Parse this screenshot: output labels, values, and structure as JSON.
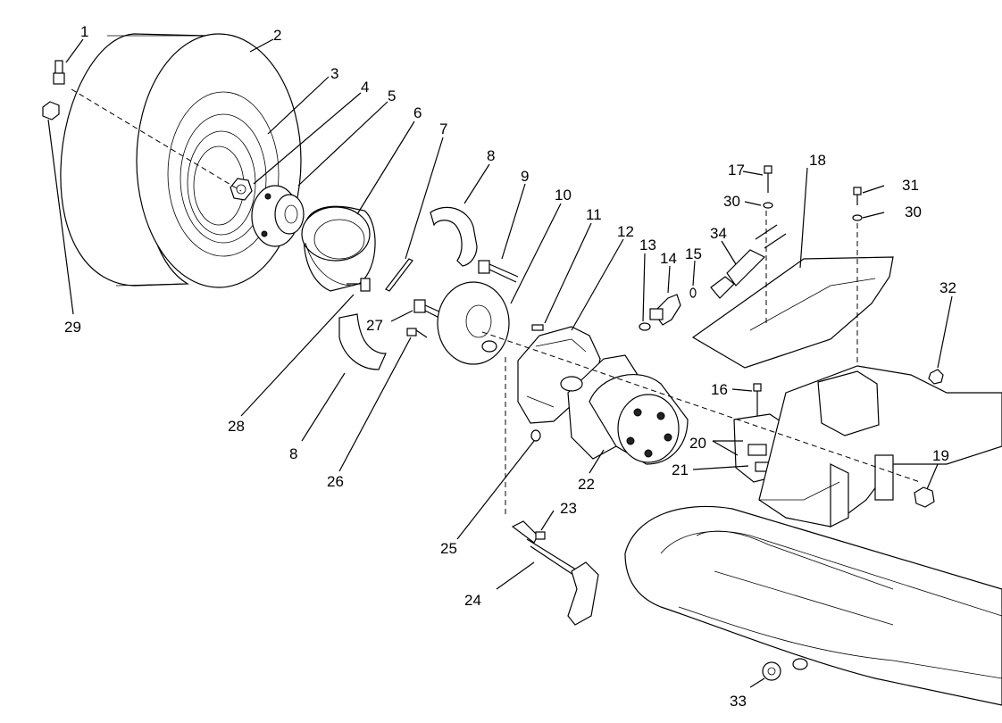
{
  "callouts": [
    {
      "id": "c1",
      "text": "1"
    },
    {
      "id": "c2",
      "text": "2"
    },
    {
      "id": "c3",
      "text": "3"
    },
    {
      "id": "c4",
      "text": "4"
    },
    {
      "id": "c5",
      "text": "5"
    },
    {
      "id": "c6",
      "text": "6"
    },
    {
      "id": "c7",
      "text": "7"
    },
    {
      "id": "c8a",
      "text": "8"
    },
    {
      "id": "c8b",
      "text": "8"
    },
    {
      "id": "c9",
      "text": "9"
    },
    {
      "id": "c10",
      "text": "10"
    },
    {
      "id": "c11",
      "text": "11"
    },
    {
      "id": "c12",
      "text": "12"
    },
    {
      "id": "c13",
      "text": "13"
    },
    {
      "id": "c14",
      "text": "14"
    },
    {
      "id": "c15",
      "text": "15"
    },
    {
      "id": "c16",
      "text": "16"
    },
    {
      "id": "c17",
      "text": "17"
    },
    {
      "id": "c18",
      "text": "18"
    },
    {
      "id": "c19",
      "text": "19"
    },
    {
      "id": "c20",
      "text": "20"
    },
    {
      "id": "c21",
      "text": "21"
    },
    {
      "id": "c22",
      "text": "22"
    },
    {
      "id": "c23",
      "text": "23"
    },
    {
      "id": "c24",
      "text": "24"
    },
    {
      "id": "c25",
      "text": "25"
    },
    {
      "id": "c26",
      "text": "26"
    },
    {
      "id": "c27",
      "text": "27"
    },
    {
      "id": "c28",
      "text": "28"
    },
    {
      "id": "c29",
      "text": "29"
    },
    {
      "id": "c30a",
      "text": "30"
    },
    {
      "id": "c30b",
      "text": "30"
    },
    {
      "id": "c31",
      "text": "31"
    },
    {
      "id": "c32",
      "text": "32"
    },
    {
      "id": "c33",
      "text": "33"
    },
    {
      "id": "c34",
      "text": "34"
    }
  ]
}
